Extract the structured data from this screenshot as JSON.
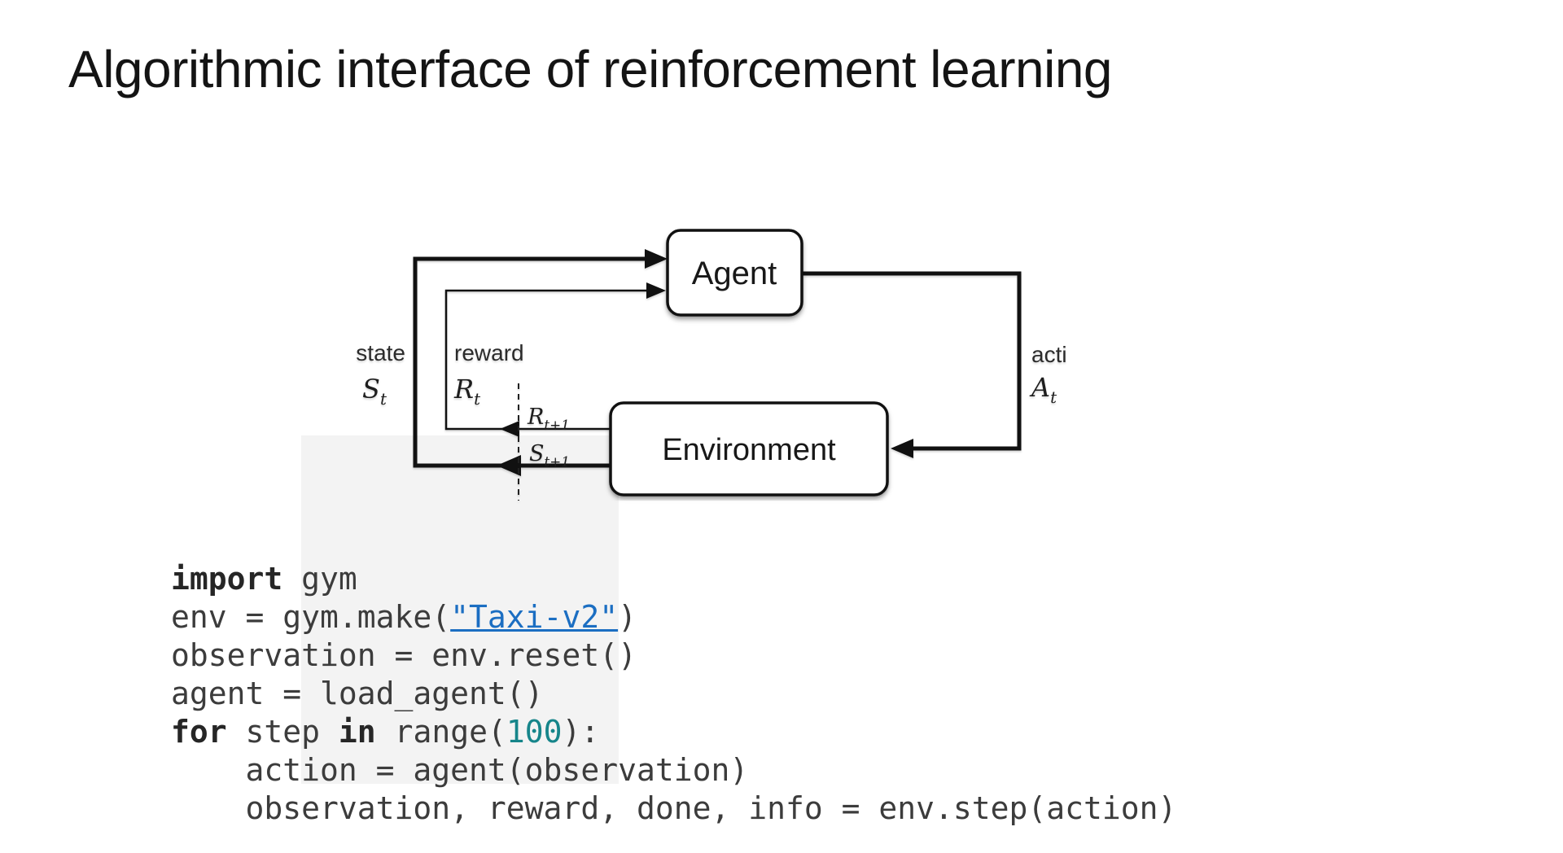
{
  "slide": {
    "title": "Algorithmic interface of reinforcement learning"
  },
  "diagram": {
    "agent_label": "Agent",
    "environment_label": "Environment",
    "state_label": "state",
    "reward_label": "reward",
    "action_label": "action",
    "state_symbol": "S",
    "reward_symbol": "R",
    "action_symbol": "A",
    "next_reward_symbol": "R",
    "next_state_symbol": "S",
    "sub_t": "t",
    "sub_t_plus_1": "t+1"
  },
  "code": {
    "lines": [
      [
        {
          "t": "import",
          "c": "kw"
        },
        {
          "t": " gym",
          "c": "pl"
        }
      ],
      [
        {
          "t": "env = gym.make(",
          "c": "pl"
        },
        {
          "t": "\"Taxi-v2\"",
          "c": "link"
        },
        {
          "t": ")",
          "c": "pl"
        }
      ],
      [
        {
          "t": "observation = env.reset()",
          "c": "pl"
        }
      ],
      [
        {
          "t": "agent = load_agent()",
          "c": "pl"
        }
      ],
      [
        {
          "t": "for",
          "c": "kw"
        },
        {
          "t": " step ",
          "c": "pl"
        },
        {
          "t": "in",
          "c": "kw"
        },
        {
          "t": " range(",
          "c": "pl"
        },
        {
          "t": "100",
          "c": "num"
        },
        {
          "t": "):",
          "c": "pl"
        }
      ],
      [
        {
          "t": "    action = agent(observation)",
          "c": "pl"
        }
      ],
      [
        {
          "t": "    observation, reward, done, info = env.step(action)",
          "c": "pl"
        }
      ]
    ]
  },
  "colors": {
    "keyword": "#262626",
    "code_text": "#3c3c3c",
    "link": "#1b6ec2",
    "number": "#16858a"
  }
}
